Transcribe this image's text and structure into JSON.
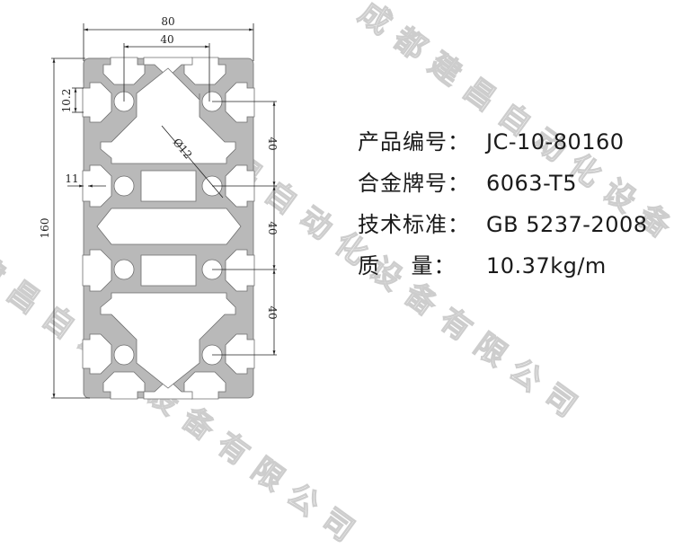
{
  "drawing": {
    "title": "Aluminum profile 80x160 cross-section",
    "profile_fill": "#b9b9b9",
    "profile_stroke": "#6e6e6e",
    "dimensions": {
      "overall_width": "80",
      "slot_pitch_width": "40",
      "overall_height": "160",
      "slot_opening": "10.2",
      "wall_offset": "11",
      "hole_diameter": "Ø12",
      "pitch_1": "40",
      "pitch_2": "40",
      "pitch_3": "40"
    }
  },
  "specs": [
    {
      "label": "产品编号：",
      "value": "JC-10-80160"
    },
    {
      "label": "合金牌号：",
      "value": "6063-T5"
    },
    {
      "label": "技术标准：",
      "value": "GB 5237-2008"
    },
    {
      "label": "质    量：",
      "value": "10.37kg/m"
    }
  ],
  "watermark": {
    "text_a": "成都建昌自动化设备有限公司",
    "text_b": "建昌自动化设备有限公司",
    "color": "#c8c8c8"
  }
}
